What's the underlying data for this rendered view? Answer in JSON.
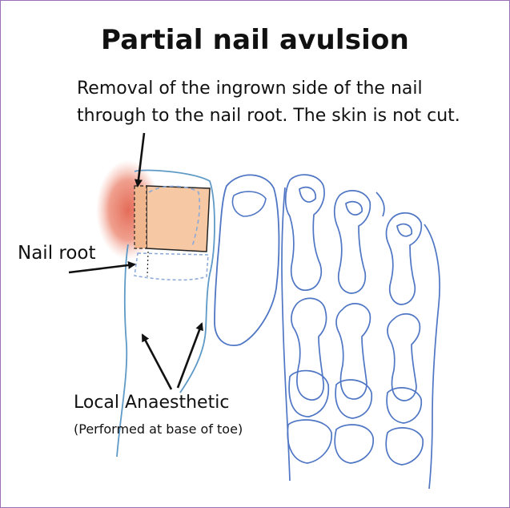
{
  "title": "Partial nail avulsion",
  "description": {
    "line1": "Removal of the ingrown side of the nail",
    "line2": "through to the nail root. The skin is not cut."
  },
  "labels": {
    "nail_root": "Nail root",
    "local_anaesthetic": "Local Anaesthetic",
    "local_anaesthetic_note": "(Performed at base of toe)"
  },
  "colors": {
    "border": "#9b6fb5",
    "bone_outline": "#4f76c4",
    "inflammation": "#e8806a",
    "nail_fill": "#f6c9a4",
    "dashed_outline": "#8aa8d8"
  }
}
